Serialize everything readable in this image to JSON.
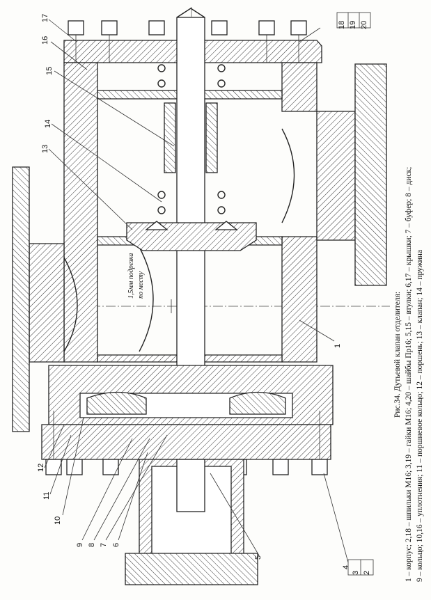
{
  "caption": {
    "title": "Рис.34. Дутьевой клапан отделителя:",
    "line1": "1 – корпус; 2,18 – шпильки М16; 3,19 – гайки М16; 4,20 – шайбы Пр16; 5,15 – втулки; 6,17 – крышки; 7 – буфер; 8 – диск;",
    "line2": "9 – кольцо; 10,16 – уплотнения; 11 – поршневое кольцо; 12 – поршень; 13 – клапан; 14 – пружина"
  },
  "note": {
    "line1": "1,5мм подрезка",
    "line2": "по месту"
  },
  "callouts": {
    "c1": "1",
    "c4": "4",
    "c5": "5",
    "c6": "6",
    "c7": "7",
    "c8": "8",
    "c9": "9",
    "c10": "10",
    "c11": "11",
    "c12": "12",
    "c13": "13",
    "c14": "14",
    "c15": "15",
    "c16": "16",
    "c17": "17",
    "c18": "18",
    "c19": "19",
    "c20": "20",
    "c3": "3",
    "c2": "2"
  }
}
